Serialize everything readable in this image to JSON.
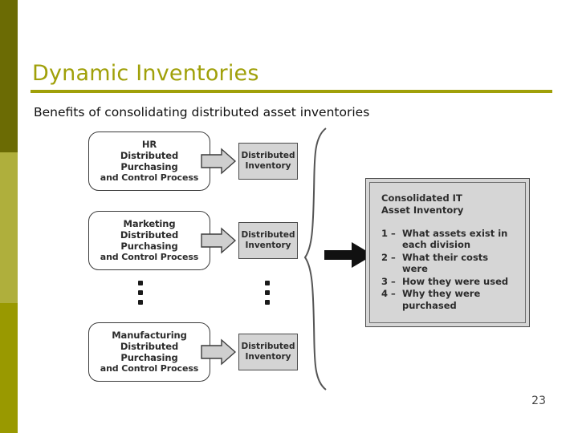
{
  "slide": {
    "title": "Dynamic Inventories",
    "subtitle": "Benefits of consolidating distributed asset inventories",
    "page_number": "23",
    "colors": {
      "title": "#a0a009",
      "band_top": "#6b6b04",
      "band_mid": "#afaf3c",
      "band_bottom": "#999900",
      "inventory_fill": "#d4d4d4",
      "consolidated_fill": "#d6d6d6",
      "arrow_small_fill": "#cfcfcf",
      "arrow_big_fill": "#111111"
    }
  },
  "diagram": {
    "process_boxes": [
      {
        "id": "hr",
        "lines": [
          "HR",
          "Distributed",
          "Purchasing",
          "and Control Process"
        ]
      },
      {
        "id": "marketing",
        "lines": [
          "Marketing",
          "Distributed",
          "Purchasing",
          "and Control Process"
        ]
      },
      {
        "id": "manufacturing",
        "lines": [
          "Manufacturing",
          "Distributed",
          "Purchasing",
          "and Control Process"
        ]
      }
    ],
    "inventory_boxes": [
      {
        "id": "inv-hr",
        "lines": [
          "Distributed",
          "Inventory"
        ]
      },
      {
        "id": "inv-marketing",
        "lines": [
          "Distributed",
          "Inventory"
        ]
      },
      {
        "id": "inv-manufacturing",
        "lines": [
          "Distributed",
          "Inventory"
        ]
      }
    ],
    "ellipsis": "⋮",
    "consolidated": {
      "heading": [
        "Consolidated IT",
        "Asset Inventory"
      ],
      "items": [
        {
          "num": "1 –",
          "text": "What assets exist in\neach division"
        },
        {
          "num": "2 –",
          "text": "What their costs were"
        },
        {
          "num": "3 –",
          "text": "How they were used"
        },
        {
          "num": "4 –",
          "text": "Why they were\npurchased"
        }
      ]
    }
  }
}
